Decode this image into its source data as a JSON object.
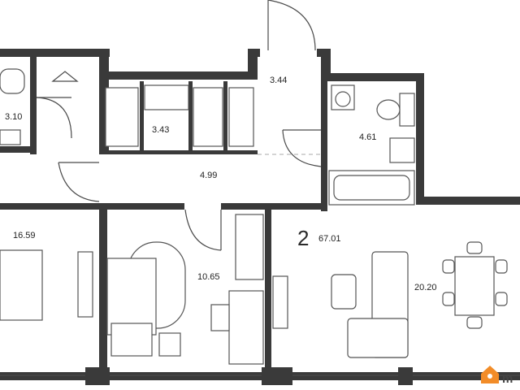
{
  "rooms": {
    "wc": "3.10",
    "hall_left": "3.44",
    "closet": "3.43",
    "bathroom": "4.61",
    "corridor": "4.99",
    "living": "16.59",
    "bedroom": "10.65",
    "kitchen": "20.20"
  },
  "apartment": {
    "rooms_count": "2",
    "total_area": "67.01"
  },
  "brand": {
    "color": "#f28c28",
    "text": "m"
  }
}
